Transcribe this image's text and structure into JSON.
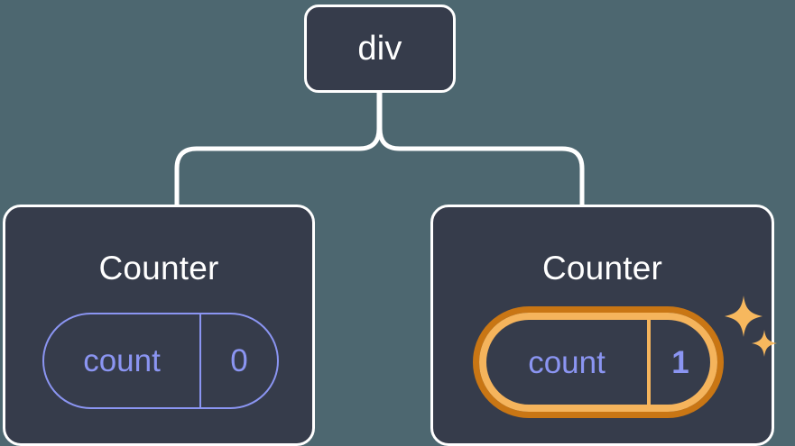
{
  "diagram": {
    "type": "component-tree",
    "title_semantics": "react-component-tree-with-state-update-highlight",
    "background_color": "#4d6770",
    "node_fill_color": "#363c4b",
    "node_border_color": "#ffffff",
    "connector_color": "#ffffff",
    "state_color": "#8b95f2",
    "highlight_outer_color": "#c97614",
    "highlight_inner_color": "#f5b45c",
    "sparkle_color": "#f7b85e"
  },
  "root": {
    "label": "div"
  },
  "children": [
    {
      "label": "Counter",
      "highlighted": false,
      "state": {
        "key": "count",
        "value": "0"
      }
    },
    {
      "label": "Counter",
      "highlighted": true,
      "state": {
        "key": "count",
        "value": "1"
      }
    }
  ]
}
